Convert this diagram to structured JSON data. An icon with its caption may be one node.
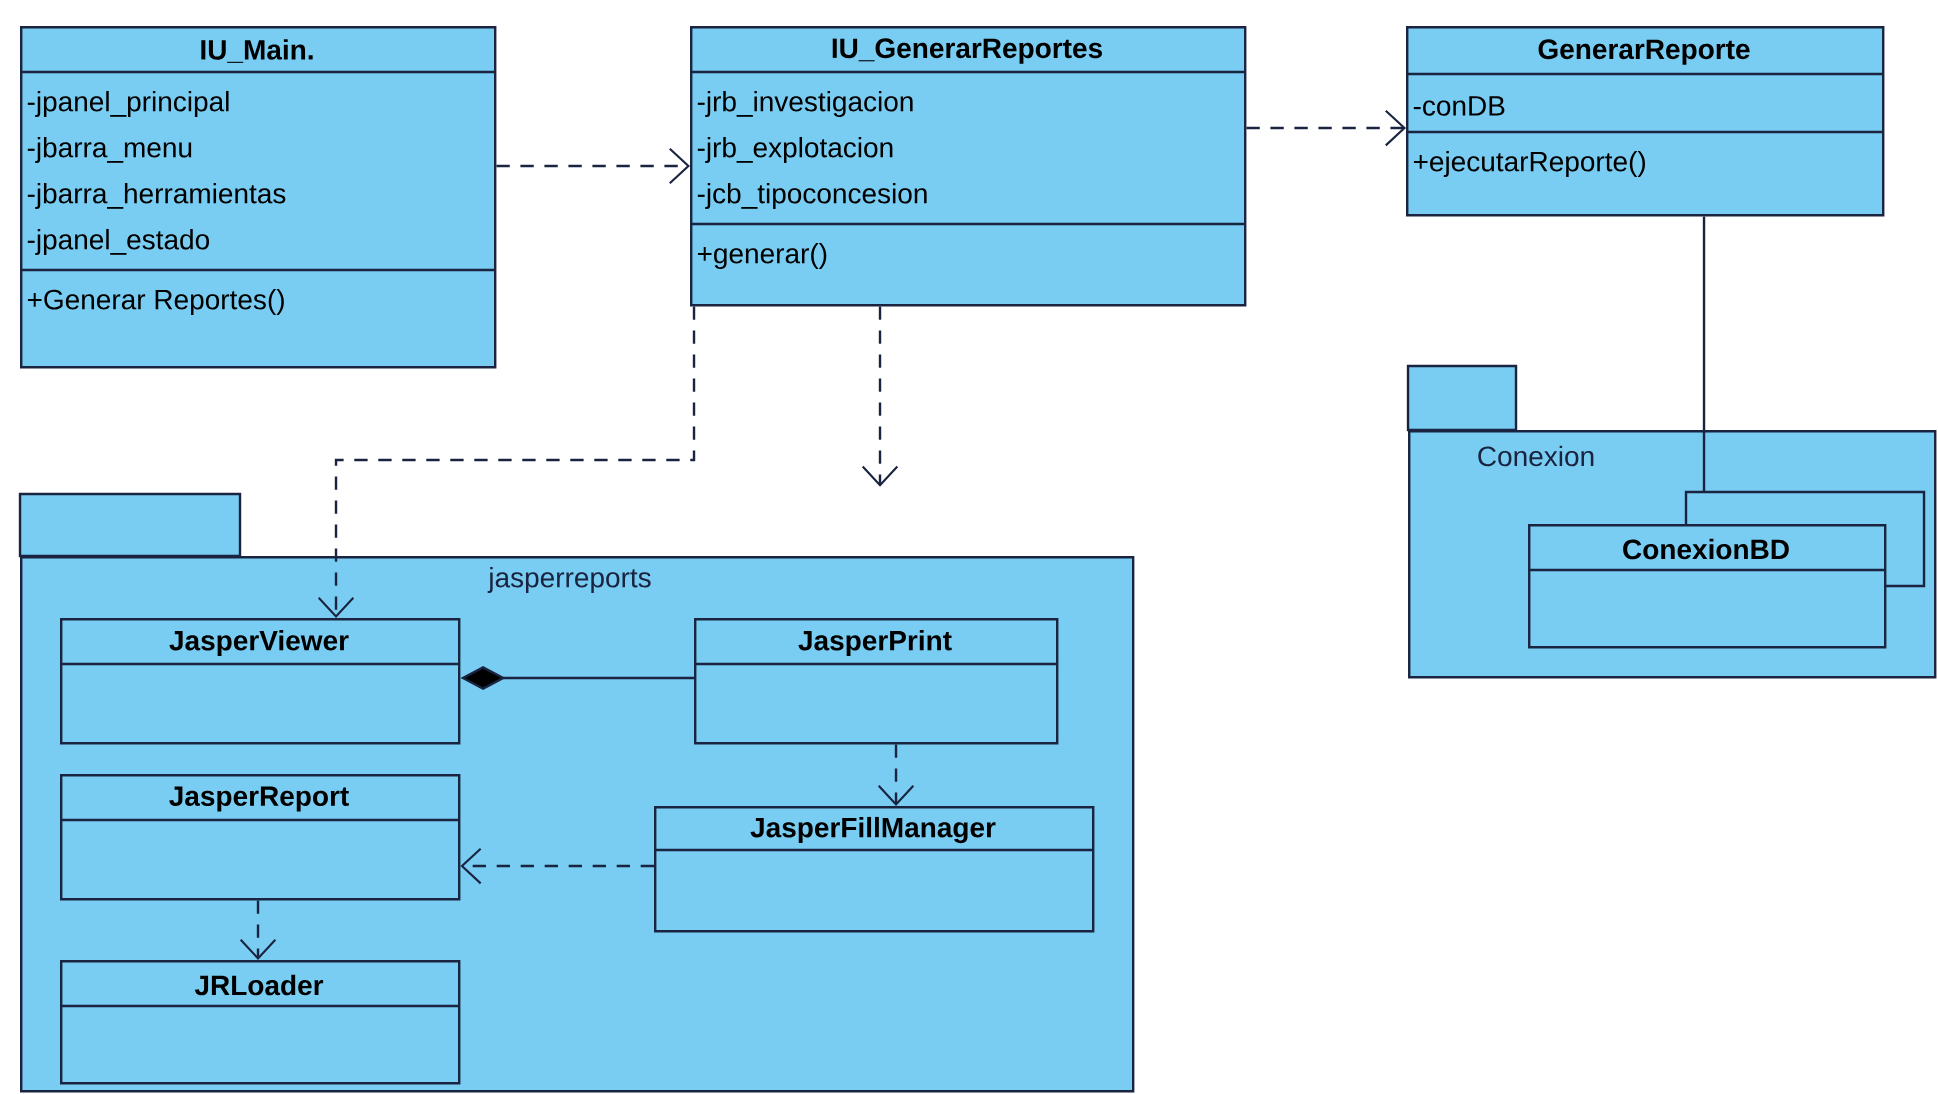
{
  "diagram": {
    "nodes": [
      {
        "text": [
          "IU_Main.",
          "-jpanel_principal",
          "-jbarra_menu",
          "-jbarra_herramientas",
          "-jpanel_estado",
          "+Generar Reportes()"
        ]
      },
      {
        "text": [
          "IU_GenerarReportes",
          "-jrb_investigacion",
          "-jrb_explotacion",
          "-jcb_tipoconcesion",
          "+generar()"
        ]
      },
      {
        "text": [
          "GenerarReporte",
          "-conDB",
          "+ejecutarReporte()"
        ]
      },
      {
        "text": [
          "jasperreports"
        ]
      },
      {
        "text": [
          "JasperViewer"
        ],
        "in": 3
      },
      {
        "text": [
          "JasperPrint"
        ],
        "in": 3
      },
      {
        "text": [
          "JasperReport"
        ],
        "in": 3
      },
      {
        "text": [
          "JasperFillManager"
        ],
        "in": 3
      },
      {
        "text": [
          "JRLoader"
        ],
        "in": 3
      },
      {
        "text": [
          "Conexion"
        ]
      },
      {
        "text": [
          "ConexionBD"
        ],
        "in": 9
      }
    ],
    "edges": [
      {
        "from": 0,
        "to": 1,
        "arrow": "to",
        "style": "dashed"
      },
      {
        "from": 1,
        "to": 2,
        "arrow": "to",
        "style": "dashed"
      },
      {
        "from": 1,
        "to": 4,
        "arrow": "to",
        "style": "dashed"
      },
      {
        "from": 1,
        "to": 3,
        "arrow": "to",
        "style": "dashed"
      },
      {
        "from": 5,
        "to": 4,
        "arrow": "other"
      },
      {
        "from": 5,
        "to": 7,
        "arrow": "to",
        "style": "dashed"
      },
      {
        "from": 7,
        "to": 6,
        "arrow": "to",
        "style": "dashed"
      },
      {
        "from": 6,
        "to": 8,
        "arrow": "to",
        "style": "dashed"
      },
      {
        "from": 2,
        "to": 10,
        "arrow": "none"
      }
    ]
  }
}
